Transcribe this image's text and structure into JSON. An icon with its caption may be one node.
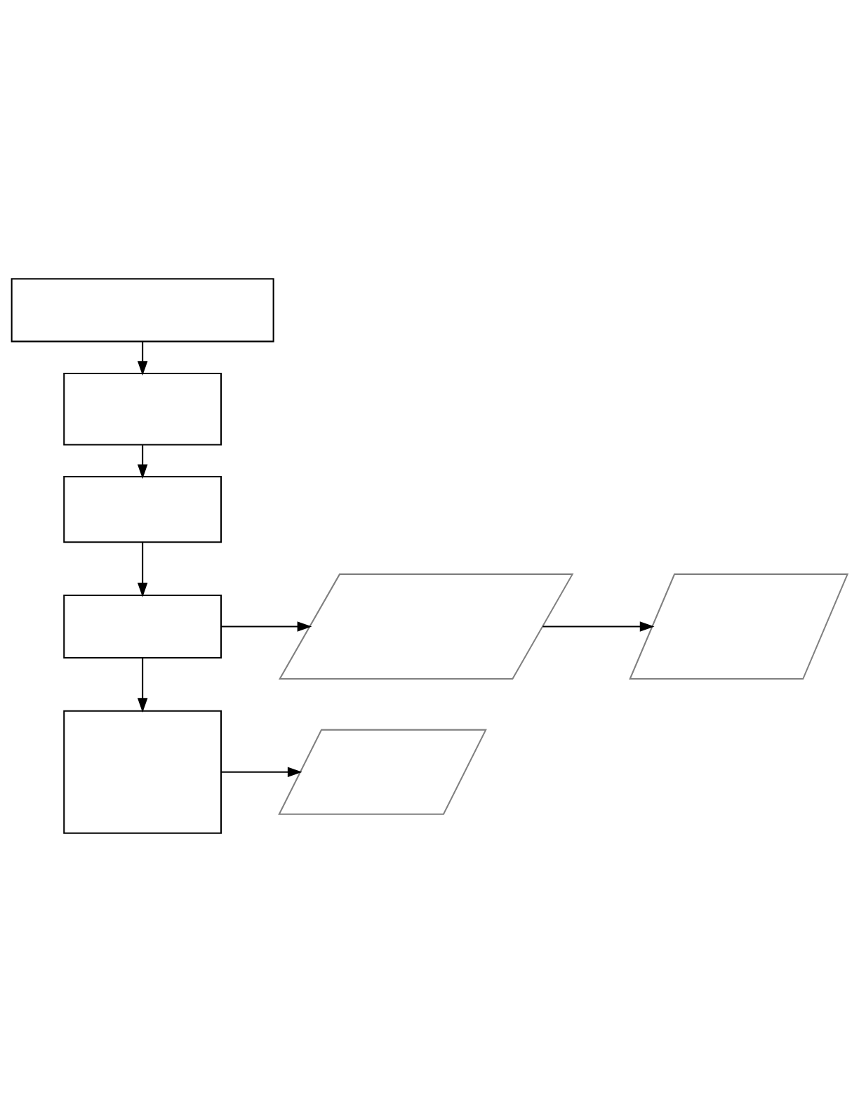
{
  "diagram": {
    "nodes": [
      {
        "text": [],
        "shape": "box"
      },
      {
        "text": [],
        "shape": "box"
      },
      {
        "text": [],
        "shape": "box"
      },
      {
        "text": [],
        "shape": "box"
      },
      {
        "text": [],
        "shape": "parallelogram"
      },
      {
        "text": [],
        "shape": "parallelogram"
      },
      {
        "text": [],
        "shape": "box"
      },
      {
        "text": [],
        "shape": "parallelogram"
      }
    ],
    "edges": [
      {
        "from": 0,
        "to": 1,
        "arrow": "to"
      },
      {
        "from": 1,
        "to": 2,
        "arrow": "to"
      },
      {
        "from": 2,
        "to": 3,
        "arrow": "to"
      },
      {
        "from": 3,
        "to": 4,
        "arrow": "to"
      },
      {
        "from": 4,
        "to": 5,
        "arrow": "to"
      },
      {
        "from": 3,
        "to": 6,
        "arrow": "to"
      },
      {
        "from": 6,
        "to": 7,
        "arrow": "to"
      }
    ]
  }
}
